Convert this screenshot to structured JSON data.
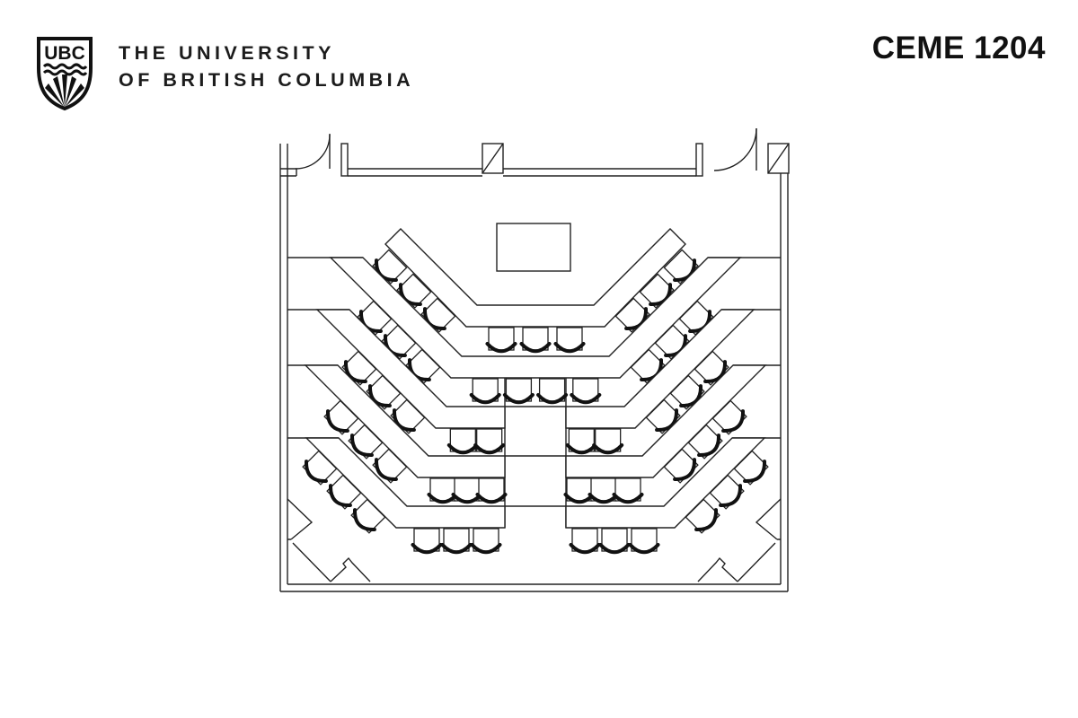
{
  "header": {
    "logo_initials": "UBC",
    "university_name_line1": "THE UNIVERSITY",
    "university_name_line2": "OF BRITISH COLUMBIA",
    "room_label": "CEME 1204"
  },
  "floor_plan": {
    "room_label": "CEME 1204",
    "colors": {
      "line": "#222222",
      "background": "#ffffff"
    },
    "elements": {
      "doors": 2,
      "lectern": 1,
      "wall_columns": 2,
      "corner_alcoves": 2
    },
    "seating": {
      "total_seats": 53,
      "rows": [
        {
          "row": 1,
          "split": false,
          "arm_seats": [
            3,
            3
          ],
          "center_seats": [
            3
          ]
        },
        {
          "row": 2,
          "split": false,
          "arm_seats": [
            3,
            3
          ],
          "center_seats": [
            4
          ]
        },
        {
          "row": 3,
          "split": true,
          "arm_seats": [
            3,
            3
          ],
          "center_seats": [
            2,
            2
          ]
        },
        {
          "row": 4,
          "split": true,
          "arm_seats": [
            3,
            3
          ],
          "center_seats": [
            3,
            3
          ]
        },
        {
          "row": 5,
          "split": true,
          "arm_seats": [
            3,
            3
          ],
          "center_seats": [
            3,
            3
          ]
        }
      ]
    }
  }
}
